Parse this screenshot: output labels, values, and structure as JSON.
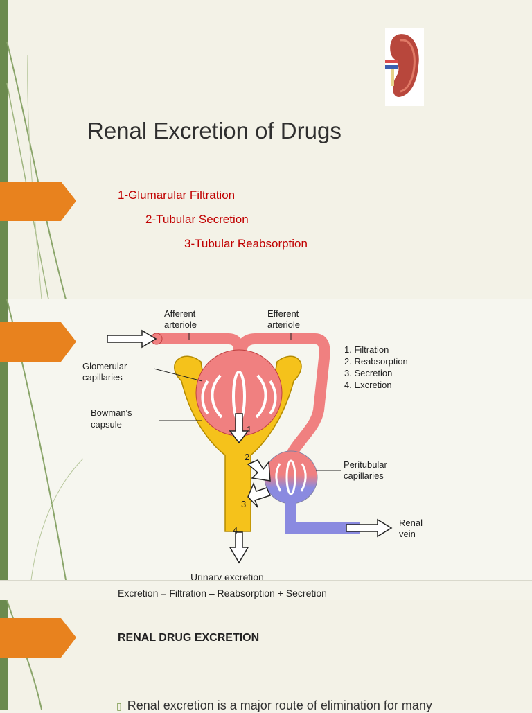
{
  "slide1": {
    "title": "Renal Excretion of Drugs",
    "items": [
      "1-Glumarular Filtration",
      "2-Tubular Secretion",
      "3-Tubular Reabsorption"
    ]
  },
  "diagram": {
    "afferent": [
      "Afferent",
      "arteriole"
    ],
    "efferent": [
      "Efferent",
      "arteriole"
    ],
    "glomerular": [
      "Glomerular",
      "capillaries"
    ],
    "bowman": [
      "Bowman's",
      "capsule"
    ],
    "steps": [
      "1. Filtration",
      "2. Reabsorption",
      "3. Secretion",
      "4. Excretion"
    ],
    "peritubular": [
      "Peritubular",
      "capillaries"
    ],
    "renal_vein": [
      "Renal",
      "vein"
    ],
    "numbers": [
      "1",
      "2",
      "3",
      "4"
    ],
    "urinary": "Urinary excretion",
    "equation": "Excretion = Filtration – Reabsorption + Secretion"
  },
  "slide3": {
    "heading": "RENAL DRUG EXCRETION",
    "bullet_symbol": "▯",
    "bullet_text": "Renal excretion is a major route of elimination for many"
  },
  "colors": {
    "accent": "#e8821e",
    "green": "#6b8a4e",
    "red_text": "#c00000"
  }
}
